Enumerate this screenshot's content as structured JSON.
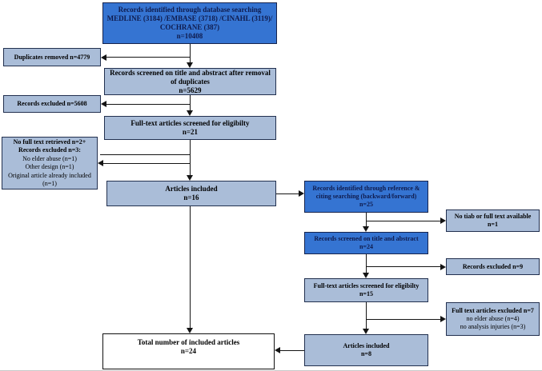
{
  "diagram": {
    "type": "flowchart",
    "name": "PRISMA flow diagram of study selection",
    "colors": {
      "primary_blue": "#3574d2",
      "light_blue": "#aabdd8",
      "dark_navy_text": "#0f1b4d",
      "box_border": "#22304f",
      "connector_line": "#141414",
      "background": "#ffffff"
    },
    "boxes": {
      "db_search": {
        "lines": [
          "Records identified through database searching",
          "MEDLINE (3184) /EMBASE (3718) /CINAHL (3119)/",
          "COCHRANE (387)",
          "n=10408"
        ]
      },
      "duplicates_removed": {
        "lines": [
          "Duplicates removed n=4779"
        ]
      },
      "screened_dedup": {
        "lines": [
          "Records screened on title and abstract after removal of duplicates",
          "n=5629"
        ]
      },
      "records_excluded_1": {
        "lines": [
          "Records excluded n=5608"
        ]
      },
      "fulltext_screened_1": {
        "lines": [
          "Full-text articles screened for eligibilty",
          "n=21"
        ]
      },
      "left_exclusion": {
        "lines": [
          "No full text retrieved n=2+",
          "Records excluded n=3:",
          "No elder abuse (n=1)",
          "Other design (n=1)",
          "Original article already included",
          "(n=1)"
        ]
      },
      "articles_included_1": {
        "lines": [
          "Articles included",
          "n=16"
        ]
      },
      "ref_citing_search": {
        "lines": [
          "Records identified through reference & citing searching (backward/forward)",
          "n=25"
        ]
      },
      "no_tiab": {
        "lines": [
          "No tiab or full text available",
          "n=1"
        ]
      },
      "screened_title_abstract_2": {
        "lines": [
          "Records screened on title and abstract",
          "n=24"
        ]
      },
      "records_excluded_2": {
        "lines": [
          "Records excluded n=9"
        ]
      },
      "fulltext_screened_2": {
        "lines": [
          "Full-text articles screened for eligibilty",
          "n=15"
        ]
      },
      "fulltext_excluded": {
        "lines": [
          "Full text articles excluded n=7",
          "no elder abuse (n=4)",
          "no analysis injuries (n=3)"
        ]
      },
      "articles_included_2": {
        "lines": [
          "Articles included",
          "n=8"
        ]
      },
      "total_included": {
        "lines": [
          "Total number of included articles",
          "n=24"
        ]
      }
    }
  }
}
